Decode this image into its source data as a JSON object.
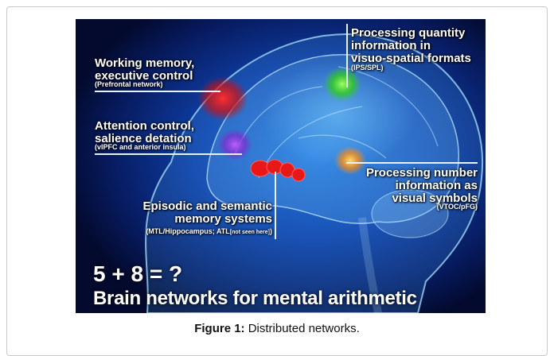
{
  "figure": {
    "regions": [
      {
        "title": "Working memory, executive control",
        "title_lines": [
          "Working memory,",
          "executive control"
        ],
        "subtitle": "(Prefrontal network)",
        "color": "#e01818"
      },
      {
        "title": "Attention control, salience detation",
        "title_lines": [
          "Attention control,",
          "salience detation"
        ],
        "subtitle": "(vlPFC and anterior insula)",
        "color": "#9b30e0"
      },
      {
        "title": "Processing quantity information in visuo-spatial formats",
        "title_lines": [
          "Processing quantity",
          "information in",
          "visuo-spatial formats"
        ],
        "subtitle": "(IPS/SPL)",
        "color": "#3ee020"
      },
      {
        "title": "Processing number information as visual symbols",
        "title_lines": [
          "Processing number",
          "information as",
          "visual symbols"
        ],
        "subtitle": "(VTOC/pFG)",
        "color": "#ff9a18"
      },
      {
        "title": "Episodic and semantic memory systems",
        "title_lines": [
          "Episodic and semantic",
          "memory systems"
        ],
        "subtitle": "(MTL/Hippocampus; ATL",
        "subtitle_note": "[not seen here]",
        "subtitle_end": ")",
        "color": "#e81818"
      }
    ],
    "formula": "5 + 8 = ?",
    "headline": "Brain networks for mental arithmetic"
  },
  "caption": {
    "label": "Figure 1:",
    "text": " Distributed networks."
  }
}
